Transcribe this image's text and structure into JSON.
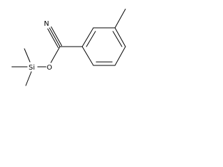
{
  "structure": {
    "atoms": {
      "nitrogen": "N",
      "silicon": "Si",
      "oxygen": "O"
    },
    "colors": {
      "bond": "#000000",
      "label": "#000000",
      "background": "#ffffff"
    }
  }
}
